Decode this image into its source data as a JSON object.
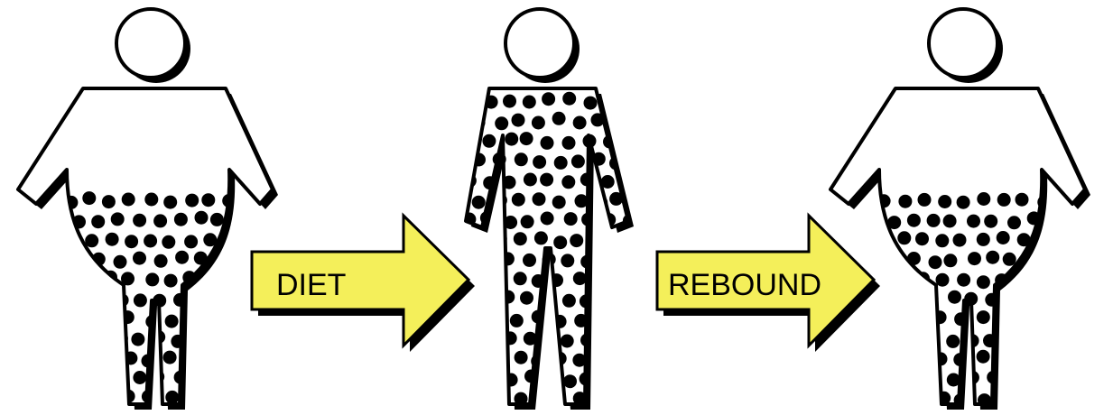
{
  "arrows": [
    {
      "label": "DIET"
    },
    {
      "label": "REBOUND"
    }
  ],
  "colors": {
    "arrow_fill": "#f4ef5a",
    "outline": "#000000",
    "figure_fill": "#ffffff",
    "fat_cells": "#000000"
  },
  "figures": [
    {
      "build": "overweight",
      "fat_distribution": "belly-and-legs"
    },
    {
      "build": "slim",
      "fat_distribution": "whole-body"
    },
    {
      "build": "overweight",
      "fat_distribution": "belly-and-legs"
    }
  ]
}
